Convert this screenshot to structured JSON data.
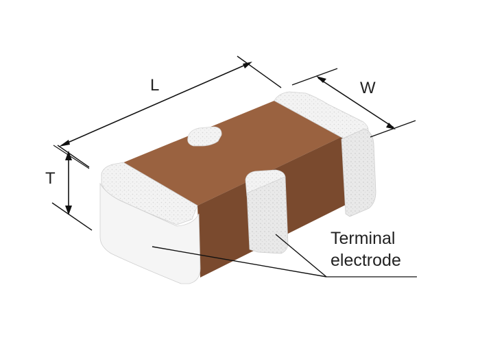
{
  "dimensions": {
    "length_label": "L",
    "width_label": "W",
    "thickness_label": "T"
  },
  "callout": {
    "line1": "Terminal",
    "line2": "electrode"
  },
  "colors": {
    "body": "#9a6240",
    "body_dark": "#6e4127",
    "body_light": "#a86c47",
    "electrode": "#f4f4f4",
    "electrode_shade": "#dcdcdc",
    "line": "#111111"
  }
}
